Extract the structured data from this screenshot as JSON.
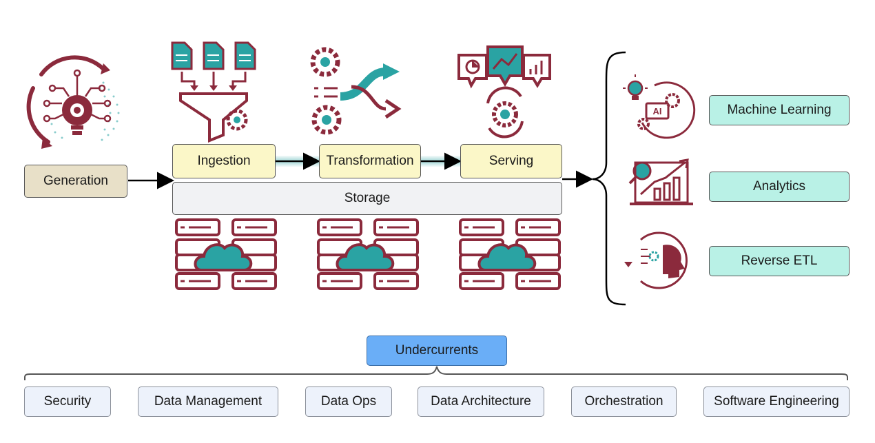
{
  "generation": {
    "label": "Generation"
  },
  "stages": [
    {
      "id": "ingestion",
      "label": "Ingestion"
    },
    {
      "id": "transformation",
      "label": "Transformation"
    },
    {
      "id": "serving",
      "label": "Serving"
    }
  ],
  "storage": {
    "label": "Storage"
  },
  "outputs": [
    {
      "id": "ml",
      "label": "Machine Learning",
      "icon": "ai-brain-icon"
    },
    {
      "id": "analytics",
      "label": "Analytics",
      "icon": "analytics-chart-icon"
    },
    {
      "id": "reverse-etl",
      "label": "Reverse ETL",
      "icon": "head-gear-icon"
    }
  ],
  "undercurrents": {
    "title": "Undercurrents",
    "items": [
      "Security",
      "Data Management",
      "Data Ops",
      "Data Architecture",
      "Orchestration",
      "Software Engineering"
    ]
  },
  "colors": {
    "maroon": "#8b2a3c",
    "teal": "#2aa3a3",
    "output": "#b9f1e6",
    "stage": "#fbf7c8",
    "under": "#6aaef7"
  }
}
